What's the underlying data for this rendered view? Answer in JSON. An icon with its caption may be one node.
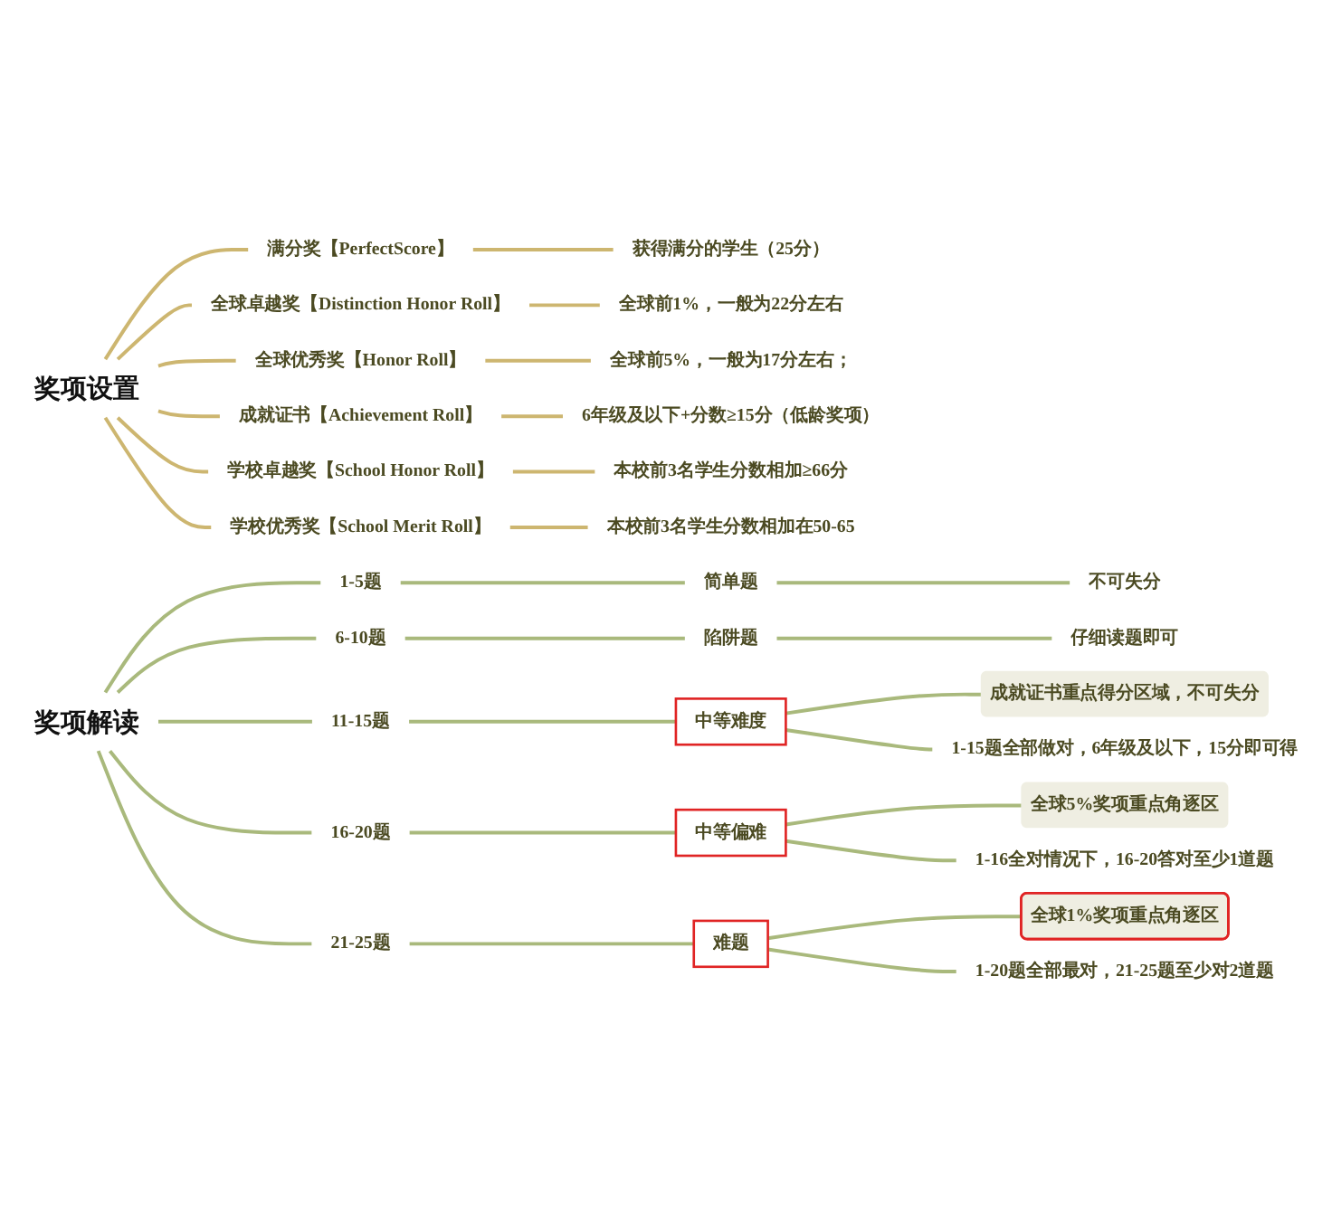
{
  "diagram": {
    "nodes": [
      {
        "text": [
          "奖项设置"
        ]
      },
      {
        "text": [
          "满分奖【PerfectScore】"
        ]
      },
      {
        "text": [
          "获得满分的学生（25分）"
        ]
      },
      {
        "text": [
          "全球卓越奖【Distinction Honor Roll】"
        ]
      },
      {
        "text": [
          "全球前1%，一般为22分左右"
        ]
      },
      {
        "text": [
          "全球优秀奖【Honor Roll】"
        ]
      },
      {
        "text": [
          "全球前5%，一般为17分左右；"
        ]
      },
      {
        "text": [
          "成就证书【Achievement Roll】"
        ]
      },
      {
        "text": [
          "6年级及以下+分数≥15分（低龄奖项）"
        ]
      },
      {
        "text": [
          "学校卓越奖【School Honor Roll】"
        ]
      },
      {
        "text": [
          "本校前3名学生分数相加≥66分"
        ]
      },
      {
        "text": [
          "学校优秀奖【School Merit Roll】"
        ]
      },
      {
        "text": [
          "本校前3名学生分数相加在50-65"
        ]
      },
      {
        "text": [
          "奖项解读"
        ]
      },
      {
        "text": [
          "1-5题"
        ]
      },
      {
        "text": [
          "简单题"
        ]
      },
      {
        "text": [
          "不可失分"
        ]
      },
      {
        "text": [
          "6-10题"
        ]
      },
      {
        "text": [
          "陷阱题"
        ]
      },
      {
        "text": [
          "仔细读题即可"
        ]
      },
      {
        "text": [
          "11-15题"
        ]
      },
      {
        "text": [
          "中等难度"
        ]
      },
      {
        "text": [
          "成就证书重点得分区域，不可失分"
        ]
      },
      {
        "text": [
          "1-15题全部做对，6年级及以下，15分即可得"
        ]
      },
      {
        "text": [
          "16-20题"
        ]
      },
      {
        "text": [
          "中等偏难"
        ]
      },
      {
        "text": [
          "全球5%奖项重点角逐区"
        ]
      },
      {
        "text": [
          "1-16全对情况下，16-20答对至少1道题"
        ]
      },
      {
        "text": [
          "21-25题"
        ]
      },
      {
        "text": [
          "难题"
        ]
      },
      {
        "text": [
          "全球1%奖项重点角逐区"
        ]
      },
      {
        "text": [
          "1-20题全部最对，21-25题至少对2道题"
        ]
      }
    ],
    "edges": [
      {
        "from": 0,
        "to": 1,
        "arrow": "none",
        "color": "#cdb670"
      },
      {
        "from": 1,
        "to": 2,
        "arrow": "none",
        "color": "#cdb670"
      },
      {
        "from": 0,
        "to": 3,
        "arrow": "none",
        "color": "#cdb670"
      },
      {
        "from": 3,
        "to": 4,
        "arrow": "none",
        "color": "#cdb670"
      },
      {
        "from": 0,
        "to": 5,
        "arrow": "none",
        "color": "#cdb670"
      },
      {
        "from": 5,
        "to": 6,
        "arrow": "none",
        "color": "#cdb670"
      },
      {
        "from": 0,
        "to": 7,
        "arrow": "none",
        "color": "#cdb670"
      },
      {
        "from": 7,
        "to": 8,
        "arrow": "none",
        "color": "#cdb670"
      },
      {
        "from": 0,
        "to": 9,
        "arrow": "none",
        "color": "#cdb670"
      },
      {
        "from": 9,
        "to": 10,
        "arrow": "none",
        "color": "#cdb670"
      },
      {
        "from": 0,
        "to": 11,
        "arrow": "none",
        "color": "#cdb670"
      },
      {
        "from": 11,
        "to": 12,
        "arrow": "none",
        "color": "#cdb670"
      },
      {
        "from": 13,
        "to": 14,
        "arrow": "none"
      },
      {
        "from": 14,
        "to": 15,
        "arrow": "none"
      },
      {
        "from": 15,
        "to": 16,
        "arrow": "none"
      },
      {
        "from": 13,
        "to": 17,
        "arrow": "none"
      },
      {
        "from": 17,
        "to": 18,
        "arrow": "none"
      },
      {
        "from": 18,
        "to": 19,
        "arrow": "none"
      },
      {
        "from": 13,
        "to": 20,
        "arrow": "none"
      },
      {
        "from": 20,
        "to": 21,
        "arrow": "none"
      },
      {
        "from": 21,
        "to": 22,
        "arrow": "none"
      },
      {
        "from": 21,
        "to": 23,
        "arrow": "none"
      },
      {
        "from": 13,
        "to": 24,
        "arrow": "none"
      },
      {
        "from": 24,
        "to": 25,
        "arrow": "none"
      },
      {
        "from": 25,
        "to": 26,
        "arrow": "none"
      },
      {
        "from": 25,
        "to": 27,
        "arrow": "none"
      },
      {
        "from": 13,
        "to": 28,
        "arrow": "none"
      },
      {
        "from": 28,
        "to": 29,
        "arrow": "none"
      },
      {
        "from": 29,
        "to": 30,
        "arrow": "none"
      },
      {
        "from": 29,
        "to": 31,
        "arrow": "none"
      }
    ]
  }
}
